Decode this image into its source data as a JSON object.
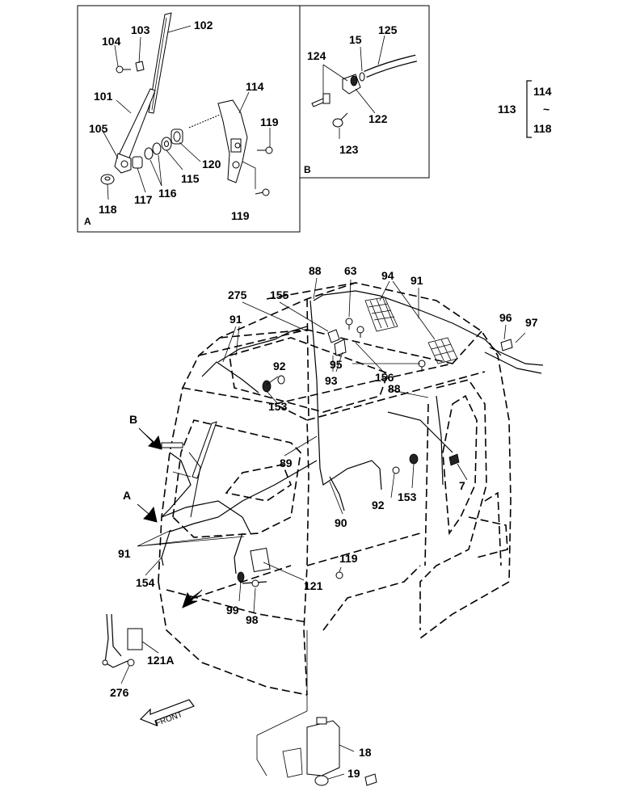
{
  "detail_a": {
    "corner_label": "A",
    "labels": {
      "p102": "102",
      "p103": "103",
      "p104": "104",
      "p101": "101",
      "p105": "105",
      "p118": "118",
      "p117": "117",
      "p116": "116",
      "p115": "115",
      "p120": "120",
      "p114": "114",
      "p119a": "119",
      "p119b": "119"
    }
  },
  "detail_b": {
    "corner_label": "B",
    "labels": {
      "p124": "124",
      "p15": "15",
      "p125": "125",
      "p122": "122",
      "p123": "123"
    }
  },
  "bracket_group": {
    "main": "113",
    "top": "114",
    "range_symbol": "~",
    "bottom": "118"
  },
  "main_view": {
    "arrow_b": "B",
    "arrow_a": "A",
    "front_label": "FRONT",
    "labels": {
      "p88a": "88",
      "p63": "63",
      "p94": "94",
      "p91a": "91",
      "p275": "275",
      "p155": "155",
      "p91b": "91",
      "p96": "96",
      "p97": "97",
      "p92a": "92",
      "p153a": "153",
      "p93": "93",
      "p95": "95",
      "p156": "156",
      "p88b": "88",
      "p89": "89",
      "p7": "7",
      "p92b": "92",
      "p153b": "153",
      "p90": "90",
      "p91c": "91",
      "p154": "154",
      "p119": "119",
      "p121": "121",
      "p99": "99",
      "p98": "98",
      "p121a": "121A",
      "p276": "276",
      "p18": "18",
      "p19": "19"
    }
  }
}
